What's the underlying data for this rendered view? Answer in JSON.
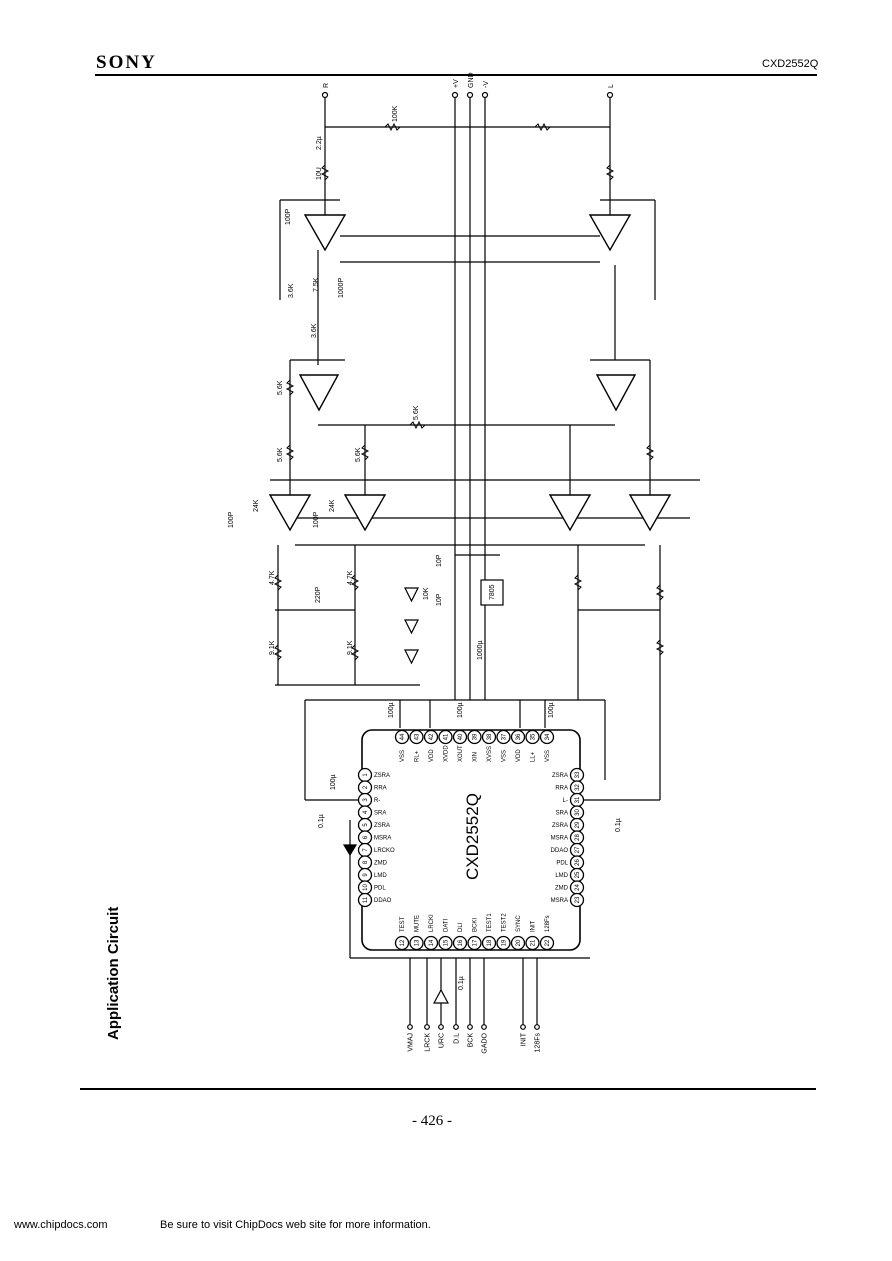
{
  "header": {
    "brand": "SONY",
    "part_number": "CXD2552Q"
  },
  "section_title": "Application Circuit",
  "chip": {
    "name": "CXD2552Q",
    "pins_top": [
      [
        "44",
        "VSS"
      ],
      [
        "43",
        "RL+"
      ],
      [
        "42",
        "VDD"
      ],
      [
        "41",
        "XVDD"
      ],
      [
        "40",
        "XOUT"
      ],
      [
        "39",
        "XIN"
      ],
      [
        "38",
        "XVSS"
      ],
      [
        "37",
        "VSS"
      ],
      [
        "36",
        "VDD"
      ],
      [
        "35",
        "LL+"
      ],
      [
        "34",
        "VSS"
      ]
    ],
    "pins_left": [
      [
        "1",
        "ZSRA"
      ],
      [
        "2",
        "RRA"
      ],
      [
        "3",
        "R-"
      ],
      [
        "4",
        "SRA"
      ],
      [
        "5",
        "ZSRA"
      ],
      [
        "6",
        "MSRA"
      ],
      [
        "7",
        "LRCKO"
      ],
      [
        "8",
        "ZMD"
      ],
      [
        "9",
        "LMD"
      ],
      [
        "10",
        "PDL"
      ],
      [
        "11",
        "DDAO"
      ]
    ],
    "pins_bottom": [
      [
        "12",
        "TEST"
      ],
      [
        "13",
        "MUTE"
      ],
      [
        "14",
        "LRCKI"
      ],
      [
        "15",
        "DATI"
      ],
      [
        "16",
        "DLI"
      ],
      [
        "17",
        "BCKI"
      ],
      [
        "18",
        "TEST1"
      ],
      [
        "19",
        "TEST2"
      ],
      [
        "20",
        "SYNC"
      ],
      [
        "21",
        "INIT"
      ],
      [
        "22",
        "128Fs"
      ]
    ],
    "pins_right": [
      [
        "33",
        "ZSRA"
      ],
      [
        "32",
        "RRA"
      ],
      [
        "31",
        "L-"
      ],
      [
        "30",
        "SRA"
      ],
      [
        "29",
        "ZSRA"
      ],
      [
        "28",
        "MSRA"
      ],
      [
        "27",
        "DDAO"
      ],
      [
        "26",
        "PDL"
      ],
      [
        "25",
        "LMD"
      ],
      [
        "24",
        "ZMD"
      ],
      [
        "23",
        "MSRA"
      ]
    ]
  },
  "terminals": {
    "out_r": "R",
    "out_l": "L",
    "pos": "+V",
    "gnd": "GND",
    "neg": "-V"
  },
  "inputs": [
    "VMAJ",
    "LRCK",
    "URC",
    "D.L",
    "BCK",
    "GADO",
    "INIT",
    "128Fs"
  ],
  "components": {
    "r100k": "100K",
    "c22u": "2.2µ",
    "r10u": "10U",
    "c100p_a": "100P",
    "r36k_a": "3.6K",
    "r75k": "7.5K",
    "c1000p": "1000P",
    "r36k_b": "3.6K",
    "r56k_a": "5.6K",
    "r56k_b": "5.6K",
    "r56k_c": "5.6K",
    "r56k_d": "5.6K",
    "c100p_b": "100P",
    "r24k_a": "24K",
    "c100p_c": "100P",
    "r24k_b": "24K",
    "r47k_a": "4.7K",
    "c220p": "220P",
    "r47k_b": "4.7K",
    "r91k_a": "9.1K",
    "r91k_b": "9.1K",
    "reg": "7805",
    "c1000u": "1000µ",
    "c10p_a": "10P",
    "r10k": "10K",
    "c10p_b": "10P",
    "c100u_a": "100µ",
    "c100u_b": "100µ",
    "c100u_c": "100µ",
    "c01u_a": "0.1µ",
    "c01u_b": "0.1µ",
    "c01u_c": "0.1µ",
    "c100u_d": "100µ"
  },
  "footer": {
    "page": "-   426   -",
    "site": "www.chipdocs.com",
    "note": "Be sure to visit ChipDocs web site for more information."
  }
}
